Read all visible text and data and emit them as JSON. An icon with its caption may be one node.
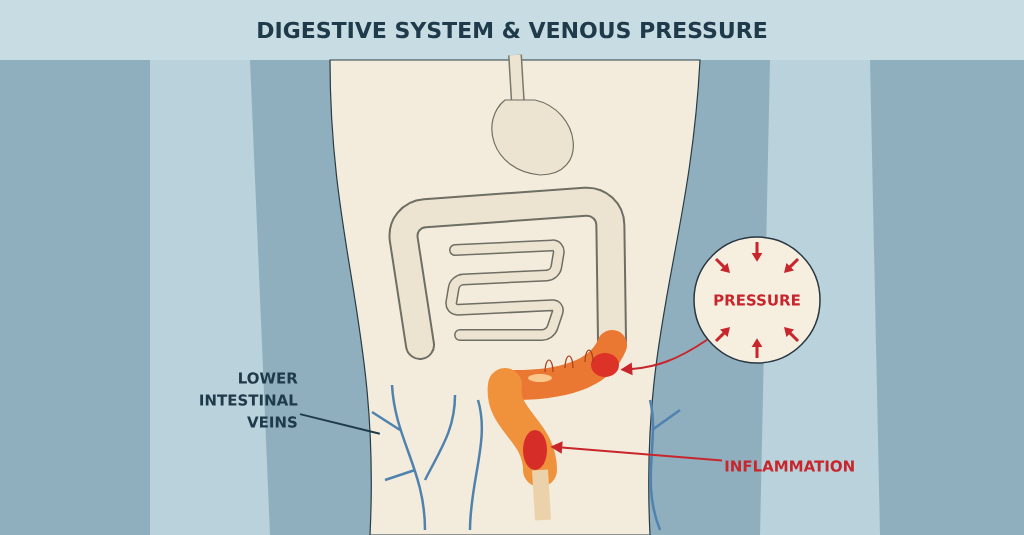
{
  "diagram": {
    "title": "DIGESTIVE SYSTEM & VENOUS PRESSURE",
    "nodes": [
      {
        "text": [
          "PRESSURE"
        ]
      },
      {
        "text": [],
        "shape": "picture"
      },
      {
        "text": [
          "LOWER INTESTINAL VEINS"
        ]
      },
      {
        "text": [],
        "shape": "picture"
      },
      {
        "text": [
          "INFLAMMATION"
        ]
      },
      {
        "text": [],
        "shape": "picture"
      }
    ],
    "edges": [
      {
        "from": 0,
        "to": 1,
        "arrow": "to",
        "color": "#c8262c"
      },
      {
        "from": 2,
        "to": 3,
        "arrow": "none",
        "color": "#1f3a4a"
      },
      {
        "from": 4,
        "to": 5,
        "arrow": "to",
        "color": "#c8262c"
      }
    ]
  }
}
